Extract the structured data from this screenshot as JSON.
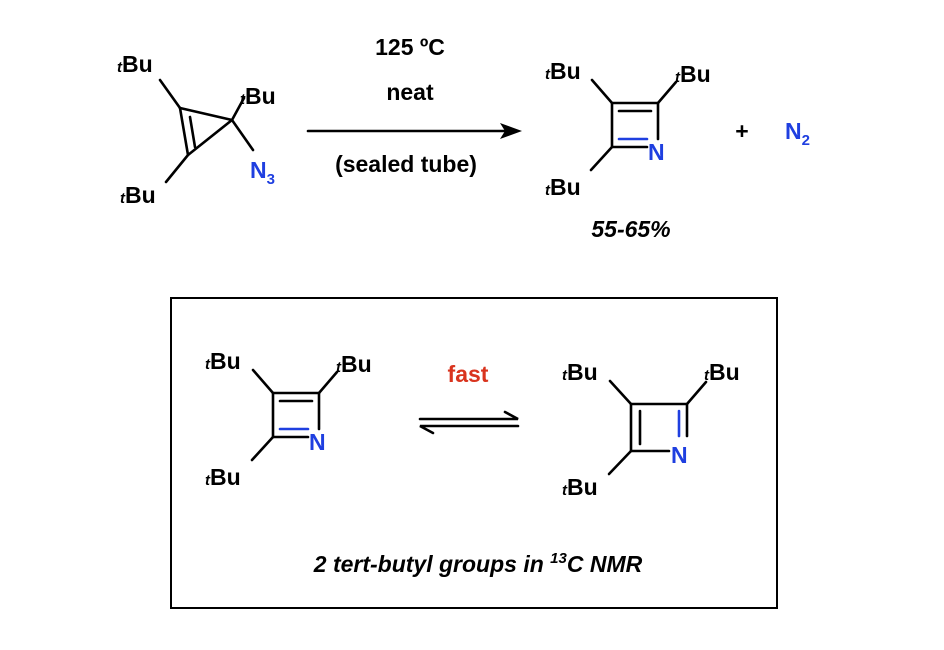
{
  "colors": {
    "nitrogen": "#1f3fe0",
    "highlight": "#d9341e",
    "ink": "#000000"
  },
  "tbu": {
    "prefix": "t",
    "base": "Bu"
  },
  "reaction": {
    "reactant": {
      "azide": {
        "element": "N",
        "subscript": "3"
      }
    },
    "conditions": {
      "temperature": "125 ºC",
      "medium": "neat",
      "vessel": "(sealed tube)"
    },
    "byproduct": {
      "plus": "+",
      "element": "N",
      "subscript": "2"
    },
    "yield": "55-65%"
  },
  "azete_atom": "N",
  "equilibrium": {
    "label": "fast"
  },
  "box_caption": {
    "pre": "2 tert-butyl groups in ",
    "sup": "13",
    "post": "C NMR"
  }
}
